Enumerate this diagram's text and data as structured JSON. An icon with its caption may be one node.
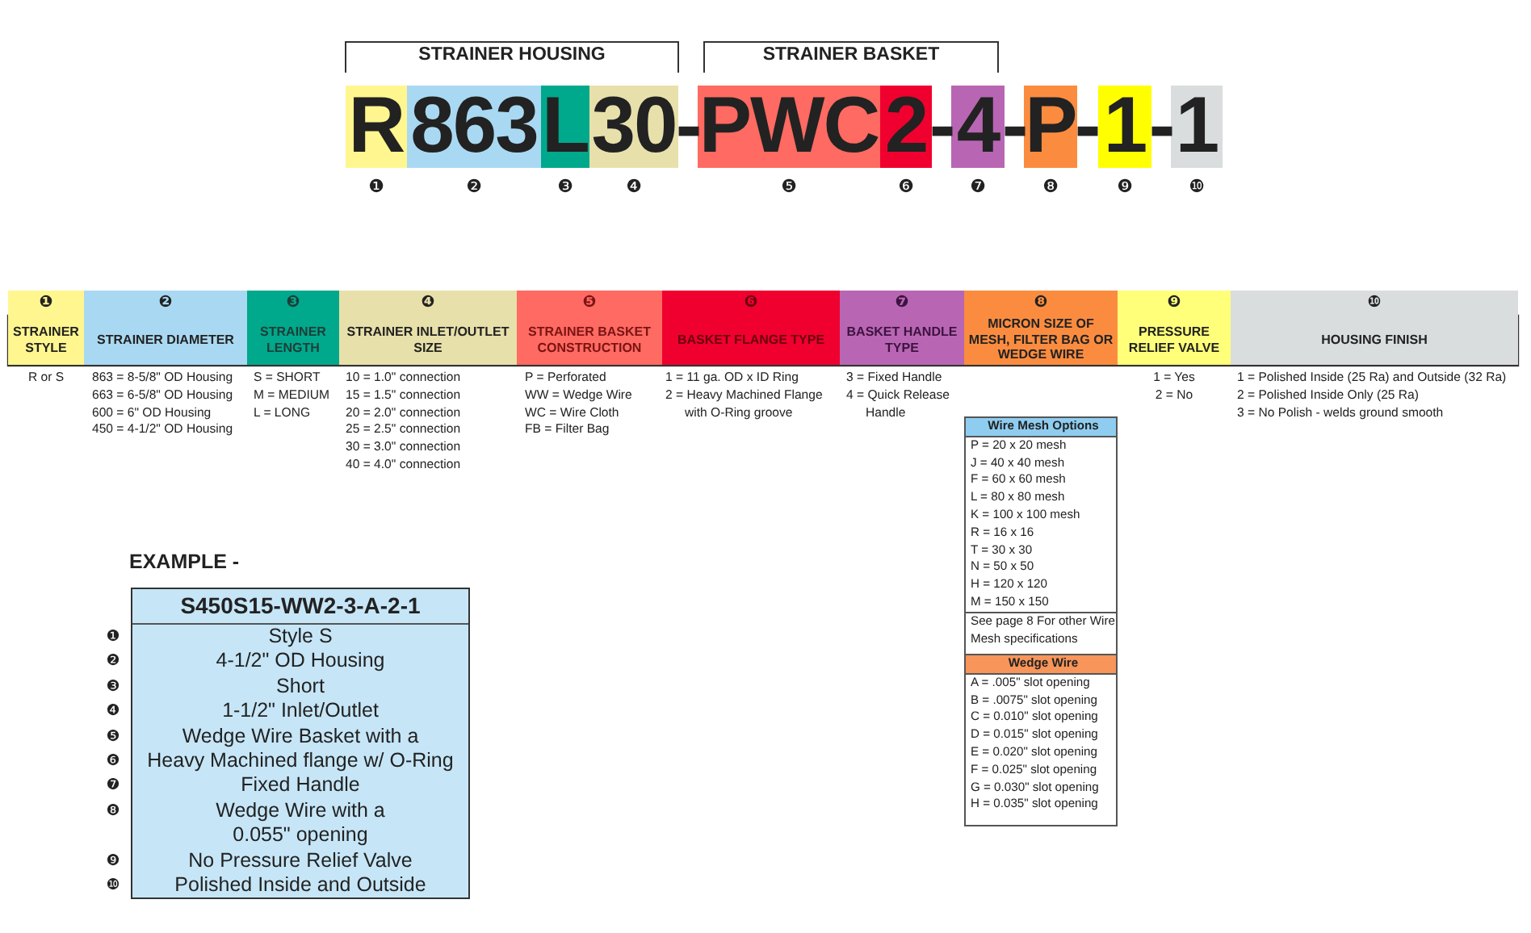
{
  "diagram": {
    "nodes": [
      {
        "text": [
          "R"
        ]
      },
      {
        "text": [
          "863"
        ]
      },
      {
        "text": [
          "L"
        ]
      },
      {
        "text": [
          "30"
        ]
      },
      {
        "text": [
          "PWC"
        ]
      },
      {
        "text": [
          "2"
        ]
      },
      {
        "text": [
          "4"
        ]
      },
      {
        "text": [
          "P"
        ]
      },
      {
        "text": [
          "1"
        ]
      },
      {
        "text": [
          "1"
        ]
      },
      {
        "text": [
          "❶",
          "STRAINER STYLE"
        ]
      },
      {
        "text": [
          "❷",
          "STRAINER DIAMETER"
        ]
      },
      {
        "text": [
          "❸",
          "STRAINER LENGTH"
        ]
      },
      {
        "text": [
          "❹",
          "STRAINER INLET/OUTLET SIZE"
        ]
      },
      {
        "text": [
          "❺",
          "STRAINER BASKET CONSTRUCTION"
        ]
      },
      {
        "text": [
          "❻",
          "BASKET FLANGE TYPE"
        ]
      },
      {
        "text": [
          "❼",
          "BASKET HANDLE TYPE"
        ]
      },
      {
        "text": [
          "❽",
          "MICRON SIZE OF MESH, FILTER BAG OR WEDGE WIRE"
        ]
      },
      {
        "text": [
          "❾",
          "PRESSURE RELIEF VALVE"
        ]
      },
      {
        "text": [
          "❿",
          "HOUSING FINISH"
        ]
      },
      {
        "text": [
          "Wire Mesh Options",
          "P = 20 x 20 mesh",
          "J = 40 x 40 mesh",
          "F = 60 x 60 mesh",
          "L = 80 x 80 mesh",
          "K = 100 x 100 mesh",
          "R = 16 x 16",
          "T = 30 x 30",
          "N = 50 x 50",
          "H = 120 x 120",
          "M = 150 x 150",
          "See page 8 For other Wire Mesh specifications"
        ]
      },
      {
        "text": [
          "Wedge Wire",
          "A = .005\" slot opening",
          "B = .0075\" slot opening",
          "C = 0.010\" slot opening",
          "D = 0.015\" slot opening",
          "E = 0.020\" slot opening",
          "F = 0.025\" slot opening",
          "G = 0.030\" slot opening",
          "H = 0.035\" slot opening"
        ]
      },
      {
        "text": [
          "S450S15-WW2-3-A-2-1",
          "Style S",
          "4-1/2\" OD Housing",
          "Short",
          "1-1/2\" Inlet/Outlet",
          "Wedge Wire Basket with a",
          "Heavy Machined flange w/ O-Ring",
          "Fixed Handle",
          "Wedge Wire with a 0.055\" opening",
          "No Pressure Relief Valve",
          "Polished Inside and Outside"
        ],
        "beside": [
          "❶",
          "❷",
          "❸",
          "❹",
          "❺",
          "❻",
          "❼",
          "❽",
          "❾",
          "❿"
        ]
      }
    ],
    "labels": [
      "STRAINER HOUSING",
      "STRAINER BASKET",
      "-",
      "-",
      "-",
      "-",
      "-",
      "❶",
      "❷",
      "❸",
      "❹",
      "❺",
      "❻",
      "❼",
      "❽",
      "❾",
      "❿",
      "R or S",
      "863 = 8-5/8\" OD Housing",
      "663 = 6-5/8\" OD  Housing",
      "600 = 6\" OD Housing",
      "450 = 4-1/2\" OD Housing",
      "S = SHORT",
      "M = MEDIUM",
      "L = LONG",
      "10 = 1.0\" connection",
      "15 = 1.5\" connection",
      "20 = 2.0\" connection",
      "25 = 2.5\" connection",
      "30 = 3.0\" connection",
      "40 = 4.0\" connection",
      "P = Perforated",
      "WW = Wedge Wire",
      "WC = Wire Cloth",
      "FB = Filter Bag",
      "1 = 11 ga. OD x ID Ring",
      "2 = Heavy Machined Flange with O-Ring groove",
      "3 = Fixed Handle",
      "4 = Quick Release Handle",
      "1 = Yes",
      "2 = No",
      "1 = Polished Inside (25 Ra) and Outside (32 Ra)",
      "2 = Polished Inside Only (25 Ra)",
      "3 = No Polish - welds ground smooth",
      "EXAMPLE -"
    ]
  }
}
